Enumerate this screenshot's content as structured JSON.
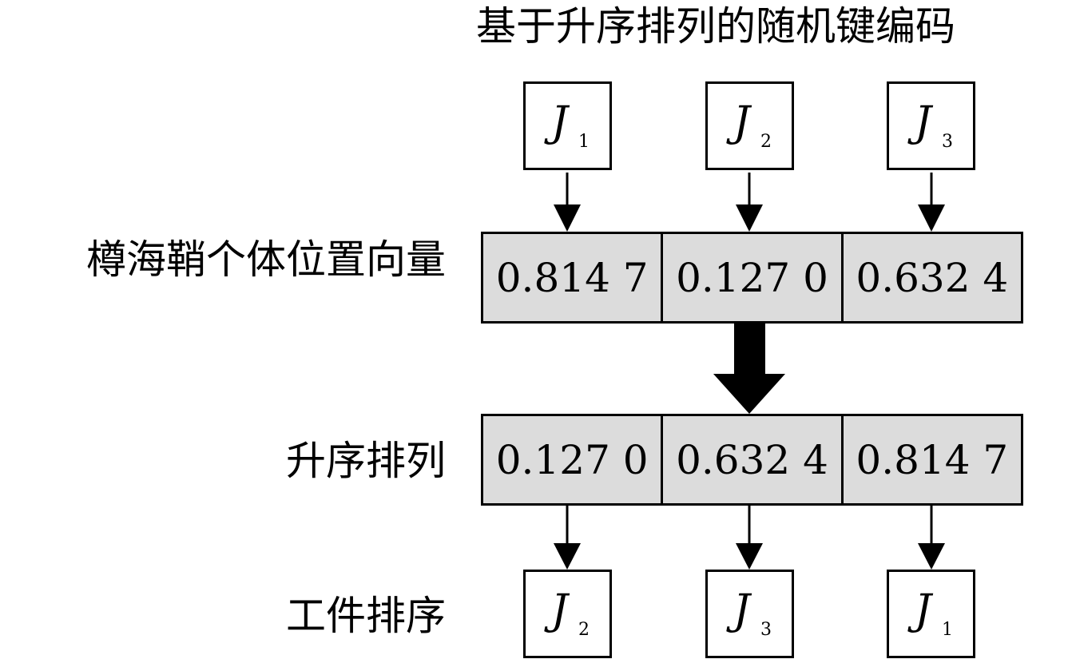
{
  "title": "基于升序排列的随机键编码",
  "labels": {
    "position_vector": "樽海鞘个体位置向量",
    "ascending": "升序排列",
    "job_order": "工件排序"
  },
  "top_jobs": [
    {
      "letter": "J",
      "sub": "1"
    },
    {
      "letter": "J",
      "sub": "2"
    },
    {
      "letter": "J",
      "sub": "3"
    }
  ],
  "position_values": [
    "0.814 7",
    "0.127 0",
    "0.632 4"
  ],
  "sorted_values": [
    "0.127 0",
    "0.632 4",
    "0.814 7"
  ],
  "bottom_jobs": [
    {
      "letter": "J",
      "sub": "2"
    },
    {
      "letter": "J",
      "sub": "3"
    },
    {
      "letter": "J",
      "sub": "1"
    }
  ],
  "colors": {
    "cell_fill": "#dcdcdc",
    "stroke": "#000000",
    "background": "#ffffff"
  }
}
